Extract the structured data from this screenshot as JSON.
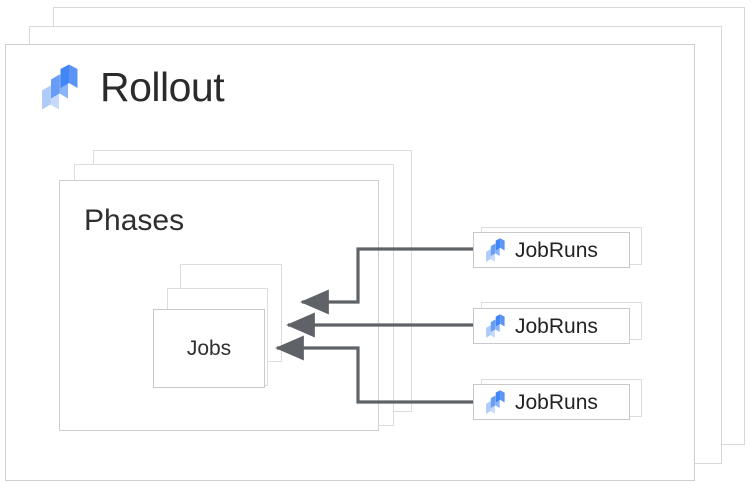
{
  "diagram": {
    "title": "Rollout",
    "type": "nested-resource-hierarchy",
    "colors": {
      "card_border": "#d4d4d4",
      "text": "#2b2b2b",
      "arrow": "#5f6368",
      "icon_dark_blue": "#4285f4",
      "icon_mid_blue": "#669df6",
      "icon_light_blue": "#aecbfa",
      "background": "#ffffff"
    },
    "root": {
      "label": "Rollout",
      "icon": "cloud-deploy-slab-icon",
      "stacked": true,
      "stack_count": 3
    },
    "phases": {
      "label": "Phases",
      "stacked": true,
      "stack_count": 3
    },
    "jobs": {
      "label": "Jobs",
      "stacked": true,
      "stack_count": 3
    },
    "jobruns": [
      {
        "label": "JobRuns",
        "icon": "cloud-deploy-slab-icon"
      },
      {
        "label": "JobRuns",
        "icon": "cloud-deploy-slab-icon"
      },
      {
        "label": "JobRuns",
        "icon": "cloud-deploy-slab-icon"
      }
    ],
    "arrows": [
      {
        "from": "JobRuns 1",
        "to": "Jobs",
        "direction": "right-to-left"
      },
      {
        "from": "JobRuns 2",
        "to": "Jobs",
        "direction": "right-to-left"
      },
      {
        "from": "JobRuns 3",
        "to": "Jobs",
        "direction": "right-to-left"
      }
    ]
  }
}
